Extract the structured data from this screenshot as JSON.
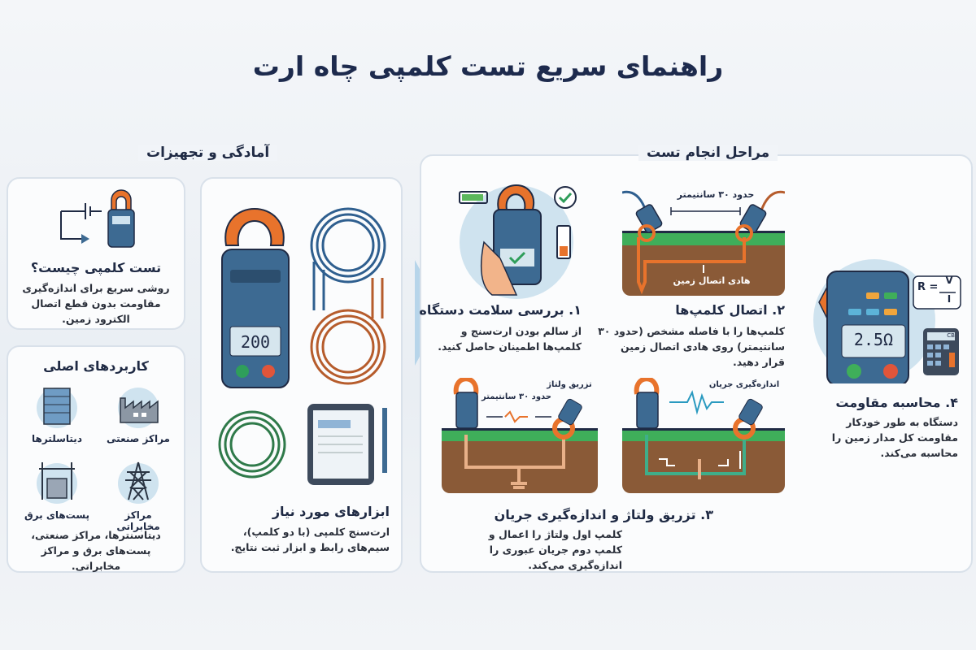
{
  "title": "راهنمای سریع تست کلمپی چاه ارت",
  "preparation": {
    "header": "آمادگی و تجهیزات",
    "what_is": {
      "title": "تست کلمپی چیست؟",
      "text": "روشی سریع برای اندازه‌گیری مقاومت بدون قطع اتصال الکترود زمین."
    },
    "applications": {
      "title": "کاربردهای اصلی",
      "items": [
        {
          "label": "مراکز صنعتی",
          "icon": "factory-icon"
        },
        {
          "label": "دیتاسلترها",
          "icon": "server-rack-icon"
        },
        {
          "label": "مراکز مخابراتی",
          "icon": "transmission-tower-icon"
        },
        {
          "label": "پست‌های برق",
          "icon": "substation-icon"
        }
      ],
      "text": "دیتاسنترها، مراکز صنعتی، پست‌های برق و مراکز مخابراتی."
    },
    "tools": {
      "title": "ابزارهای مورد نیاز",
      "text": "ارت‌سنج کلمپی (با دو کلمپ)، سیم‌های رابط و ابزار ثبت نتایج.",
      "meter_display": "200"
    }
  },
  "steps": {
    "header": "مراحل انجام تست",
    "step1": {
      "title": "۱. بررسی سلامت دستگاه",
      "text": "از سالم بودن ارت‌سنج و کلمپ‌ها اطمینان حاصل کنید."
    },
    "step2": {
      "title": "۲. اتصال کلمپ‌ها",
      "text": "کلمپ‌ها را با فاصله مشخص (حدود ۳۰ سانتیمتر) روی هادی اتصال زمین قرار دهید.",
      "distance_label": "حدود ۳۰ سانتیمتر",
      "conductor_label": "هادی اتصال زمین"
    },
    "step3": {
      "title": "۳. تزریق ولتاژ و اندازه‌گیری جریان",
      "text": "کلمپ اول ولتاژ را اعمال و کلمپ دوم جریان عبوری را اندازه‌گیری می‌کند.",
      "inject_label": "تزریق ولتاژ",
      "distance_label": "حدود ۳۰ سانتیمتر",
      "measure_label": "اندازه‌گیری جریان"
    },
    "step4": {
      "title": "۴. محاسبه مقاومت",
      "text": "دستگاه به طور خودکار مقاومت کل مدار زمین را محاسبه می‌کند.",
      "formula_left": "R =",
      "formula_num": "V",
      "formula_den": "I",
      "display": "2.5Ω",
      "calc_display": "CB"
    }
  },
  "colors": {
    "navy": "#1d2a4d",
    "meter_blue": "#3d6a92",
    "clamp_orange": "#e8732c",
    "grass": "#3fae5a",
    "soil": "#8a5a37"
  }
}
